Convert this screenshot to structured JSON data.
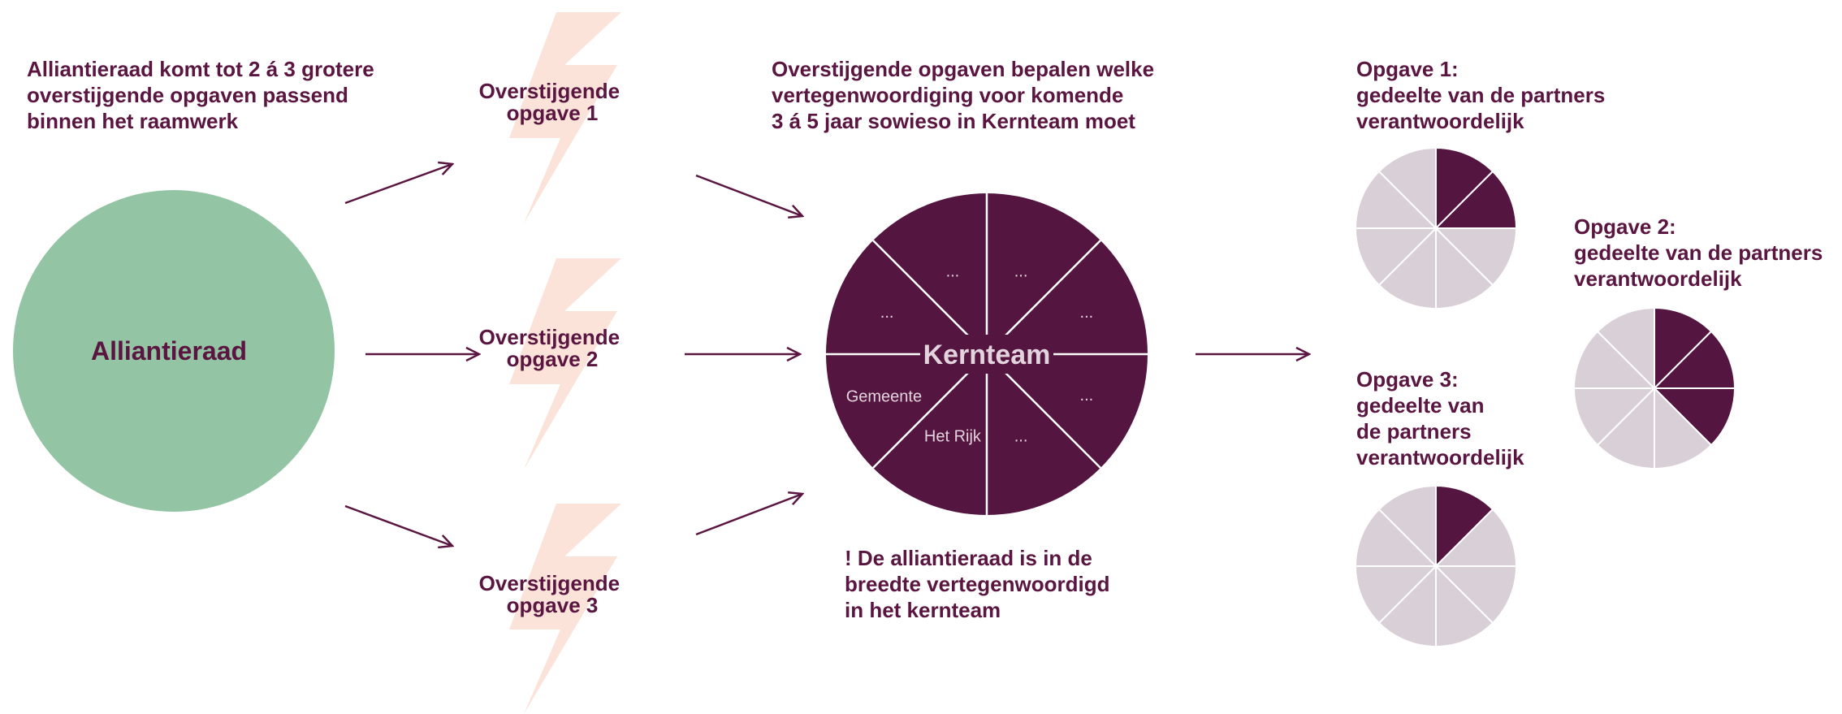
{
  "intro": {
    "lines": [
      "Alliantieraad komt tot 2 á 3 grotere",
      "overstijgende opgaven passend",
      "binnen het raamwerk"
    ]
  },
  "alliantieraad": {
    "label": "Alliantieraad",
    "color": "#93c4a3"
  },
  "opgaven": [
    {
      "lines": [
        "Overstijgende",
        "opgave 1"
      ]
    },
    {
      "lines": [
        "Overstijgende",
        "opgave 2"
      ]
    },
    {
      "lines": [
        "Overstijgende",
        "opgave 3"
      ]
    }
  ],
  "representation": {
    "lines": [
      "Overstijgende opgaven bepalen welke",
      "vertegenwoordiging voor komende",
      "3 á 5 jaar sowieso in Kernteam moet"
    ]
  },
  "kernteam": {
    "label": "Kernteam",
    "color": "#541540",
    "segments": [
      "...",
      "...",
      "...",
      "...",
      "...",
      "Het Rijk",
      "Gemeente",
      "..."
    ]
  },
  "note": {
    "lines": [
      "! De alliantieraad is in de",
      "breedte vertegenwoordigd",
      "in het kernteam"
    ]
  },
  "shares": [
    {
      "lines": [
        "Opgave 1:",
        "gedeelte van de partners",
        "verantwoordelijk"
      ],
      "filled_segments": 2,
      "total_segments": 8
    },
    {
      "lines": [
        "Opgave 2:",
        "gedeelte van de partners",
        "verantwoordelijk"
      ],
      "filled_segments": 3,
      "total_segments": 8
    },
    {
      "lines": [
        "Opgave 3:",
        "gedeelte van",
        "de partners",
        "verantwoordelijk"
      ],
      "filled_segments": 1,
      "total_segments": 8
    }
  ],
  "colors": {
    "text": "#5a1640",
    "accent": "#541540",
    "muted": "#d9cfd6",
    "lightning": "#fbe3da",
    "arrow": "#5a1640"
  }
}
